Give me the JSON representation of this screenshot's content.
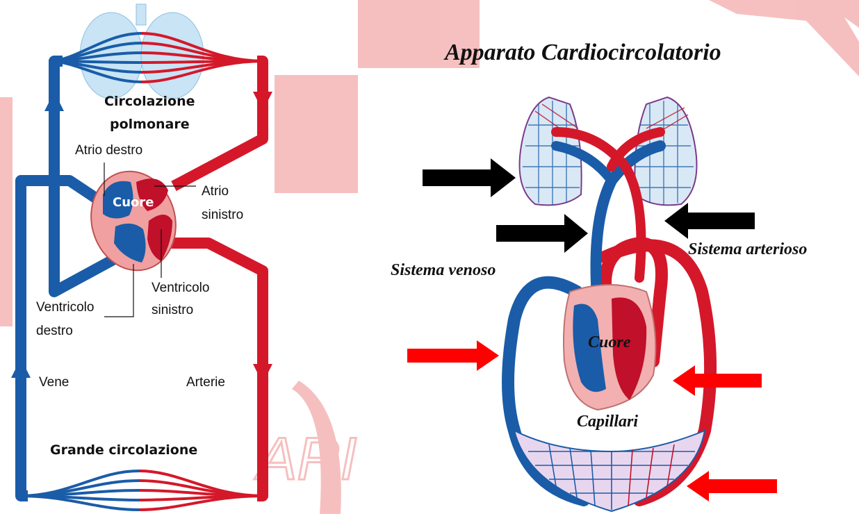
{
  "left_diagram": {
    "circolazione_polmonare_line1": "Circolazione",
    "circolazione_polmonare_line2": "polmonare",
    "atrio_destro": "Atrio destro",
    "cuore": "Cuore",
    "atrio_sinistro_line1": "Atrio",
    "atrio_sinistro_line2": "sinistro",
    "ventricolo_sinistro_line1": "Ventricolo",
    "ventricolo_sinistro_line2": "sinistro",
    "ventricolo_destro_line1": "Ventricolo",
    "ventricolo_destro_line2": "destro",
    "vene": "Vene",
    "arterie": "Arterie",
    "grande_circolazione": "Grande circolazione"
  },
  "right_diagram": {
    "title": "Apparato  Cardiocircolatorio",
    "sistema_venoso": "Sistema venoso",
    "sistema_arterioso": "Sistema arterioso",
    "cuore": "Cuore",
    "capillari": "Capillari"
  },
  "watermark": {
    "text": "ARI"
  },
  "colors": {
    "vein_blue": "#1a5ca8",
    "artery_red": "#d4182a",
    "heart_pink": "#f0a0a0",
    "watermark_pink": "#f5b5b5",
    "arrow_black": "#000000",
    "arrow_red": "#ff0000",
    "lung_light_blue": "#c8e4f5"
  }
}
